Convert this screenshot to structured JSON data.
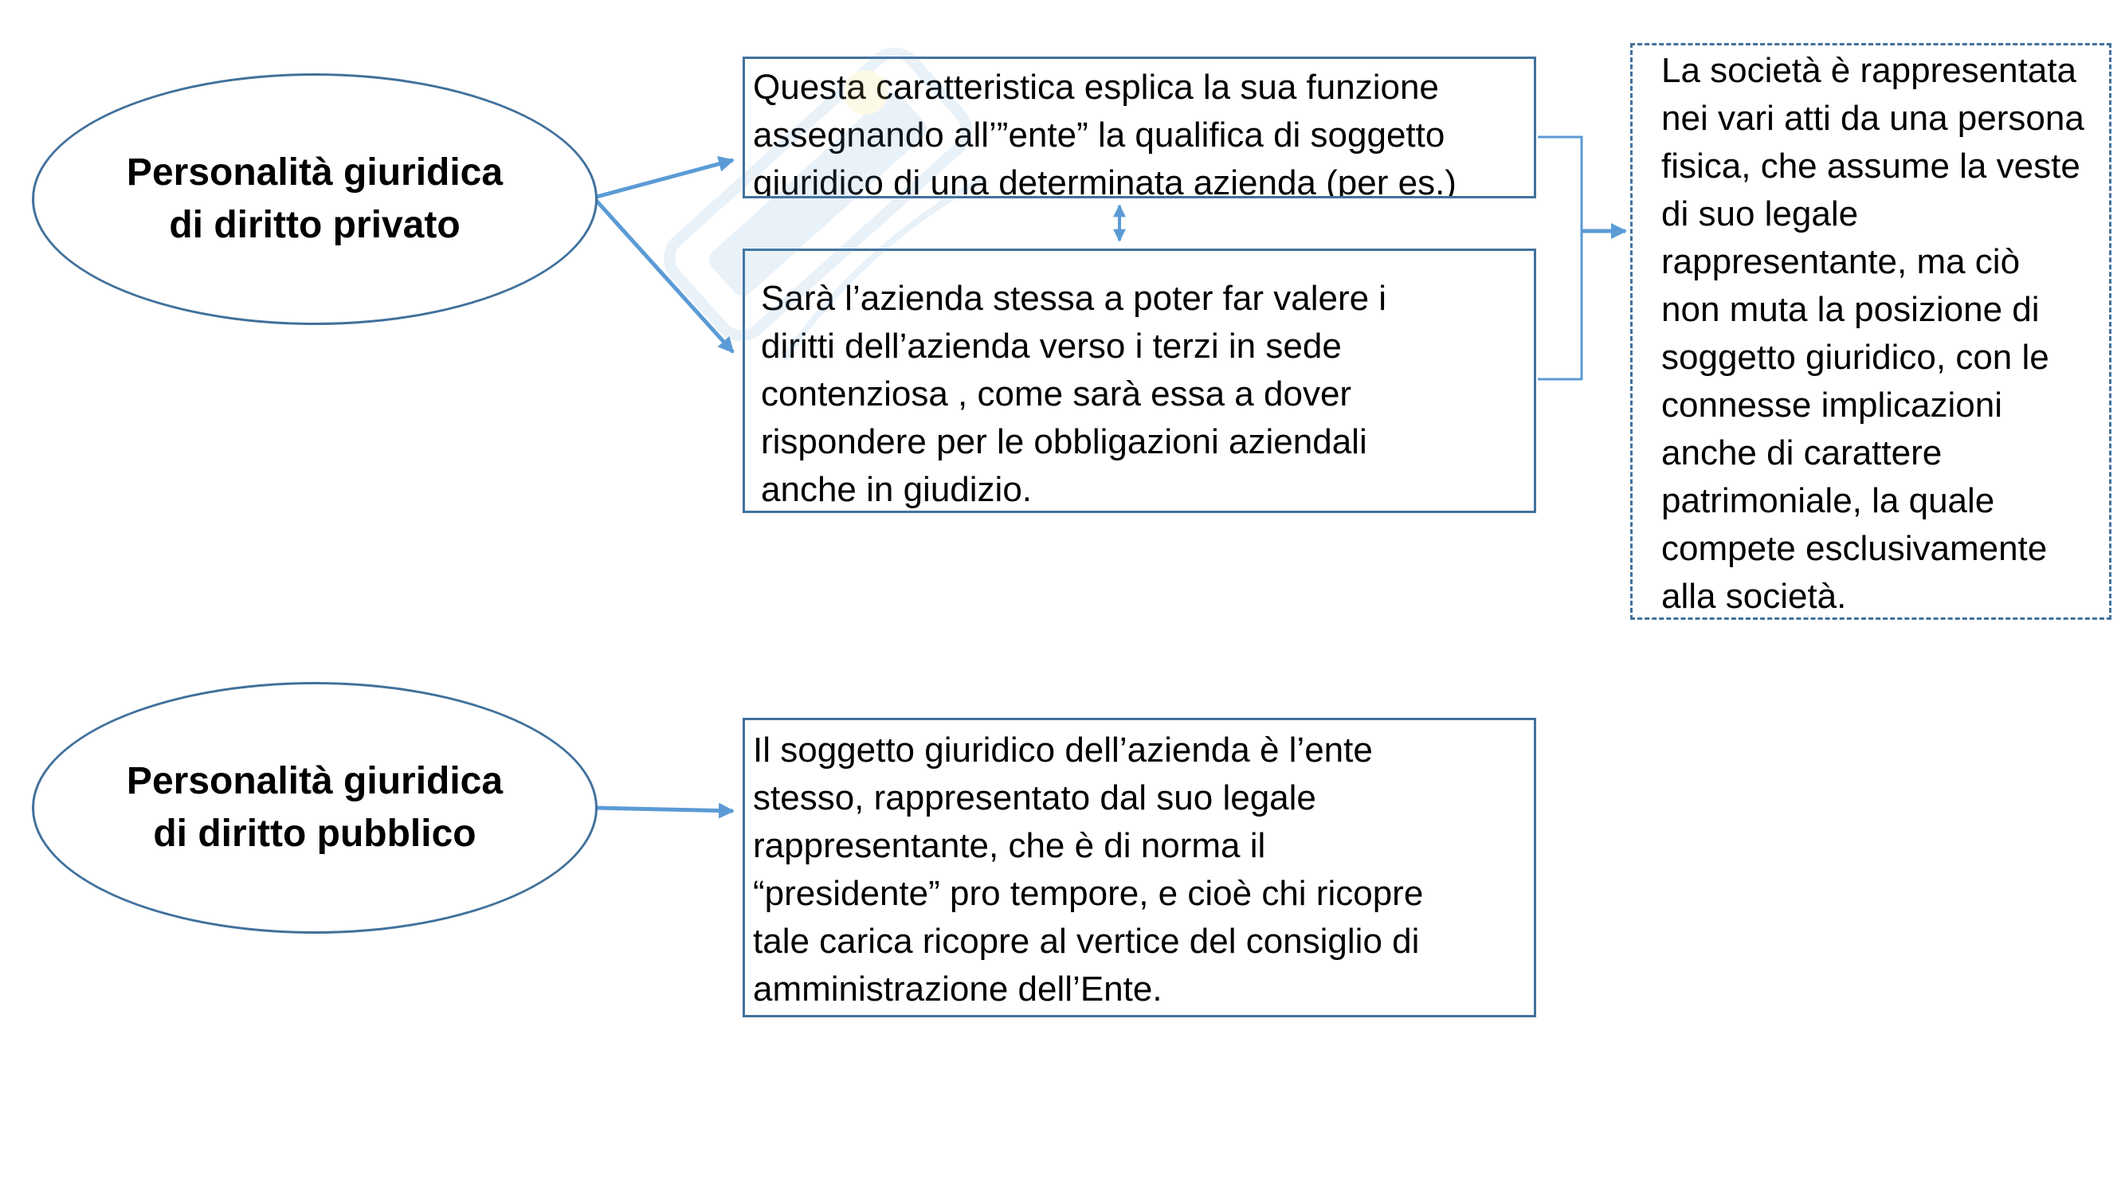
{
  "nodes": {
    "private_ellipse": {
      "label_lines": [
        "Personalità giuridica",
        "di diritto privato"
      ]
    },
    "public_ellipse": {
      "label_lines": [
        "Personalità giuridica",
        "di diritto pubblico"
      ]
    },
    "box_function": {
      "lines": [
        "Questa caratteristica esplica la sua funzione",
        "assegnando all’”ente” la qualifica di soggetto",
        "giuridico di una determinata azienda (per es.)"
      ]
    },
    "box_rights": {
      "lines": [
        "Sarà l’azienda stessa a poter far valere i",
        "diritti dell’azienda verso i terzi in sede",
        "contenziosa , come sarà essa a dover",
        "rispondere per le obbligazioni aziendali",
        "anche in giudizio."
      ]
    },
    "box_representation": {
      "lines": [
        "La società è rappresentata",
        "nei vari atti da una persona",
        "fisica, che assume la veste",
        "di suo legale",
        "rappresentante, ma ciò",
        "non muta la posizione di",
        "soggetto giuridico, con le",
        "connesse implicazioni",
        "anche di carattere",
        "patrimoniale, la quale",
        "compete esclusivamente",
        "alla società."
      ]
    },
    "box_public_subject": {
      "lines": [
        "Il soggetto giuridico dell’azienda è l’ente",
        "stesso, rappresentato dal suo legale",
        "rappresentante, che è di norma il",
        "“presidente” pro tempore, e cioè chi ricopre",
        "tale carica ricopre al vertice del consiglio di",
        "amministrazione dell’Ente."
      ]
    }
  },
  "colors": {
    "node_border": "#41719c",
    "arrow": "#5b9bd5",
    "text": "#000000",
    "watermark": "#5b9bd5"
  }
}
